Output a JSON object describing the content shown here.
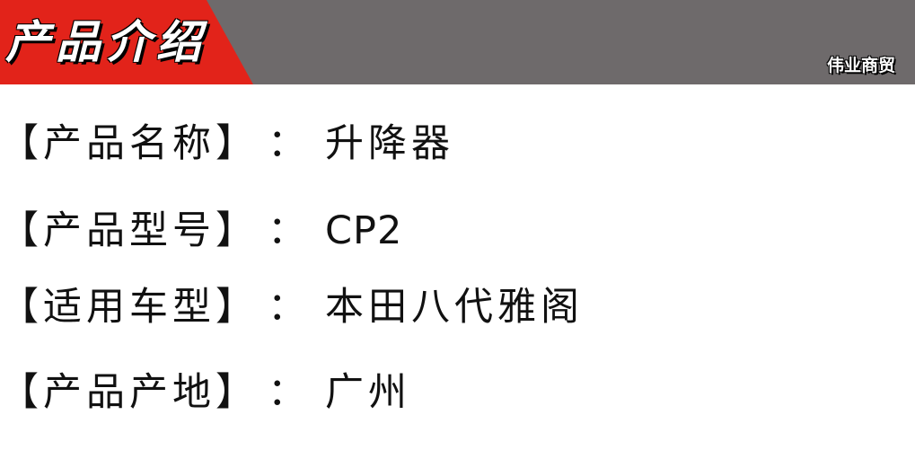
{
  "header": {
    "title": "产品介绍",
    "brand": "伟业商贸",
    "colors": {
      "accent_red": "#e2231a",
      "band_gray": "#6e6a6b"
    }
  },
  "details": [
    {
      "label": "【产品名称】",
      "separator": "：",
      "value": "升降器"
    },
    {
      "label": "【产品型号】",
      "separator": "：",
      "value": "CP2"
    },
    {
      "label": "【适用车型】",
      "separator": "：",
      "value": "本田八代雅阁"
    },
    {
      "label": "【产品产地】",
      "separator": "：",
      "value": "广州"
    }
  ]
}
